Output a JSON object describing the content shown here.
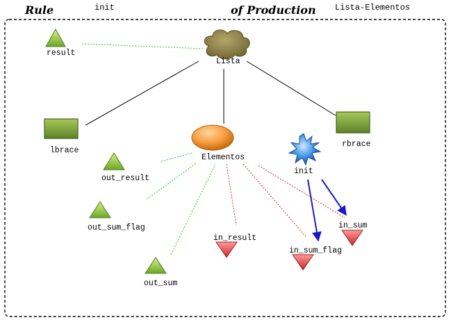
{
  "header": {
    "rule_label": "Rule",
    "rule_name": "init",
    "production_label": "of Production",
    "production_name": "Lista-Elementos"
  },
  "nodes": {
    "lista": "Lista",
    "result": "result",
    "lbrace": "lbrace",
    "rbrace": "rbrace",
    "elementos": "Elementos",
    "init": "init",
    "out_result": "out_result",
    "out_sum_flag": "out_sum_flag",
    "out_sum": "out_sum",
    "in_result": "in_result",
    "in_sum_flag": "in_sum_flag",
    "in_sum": "in_sum"
  },
  "colors": {
    "tree_edge": "#000000",
    "synthesized_link": "#22cc22",
    "inherited_link": "#dd2222",
    "dependency_arrow": "#1a1acc",
    "terminal_box": "#7aa23a",
    "nonterminal_ellipse": "#f59a3a",
    "root_cloud": "#8f8147",
    "output_triangle": "#8fcf3a",
    "input_triangle": "#ee5555",
    "rule_star": "#3c8fe0"
  }
}
